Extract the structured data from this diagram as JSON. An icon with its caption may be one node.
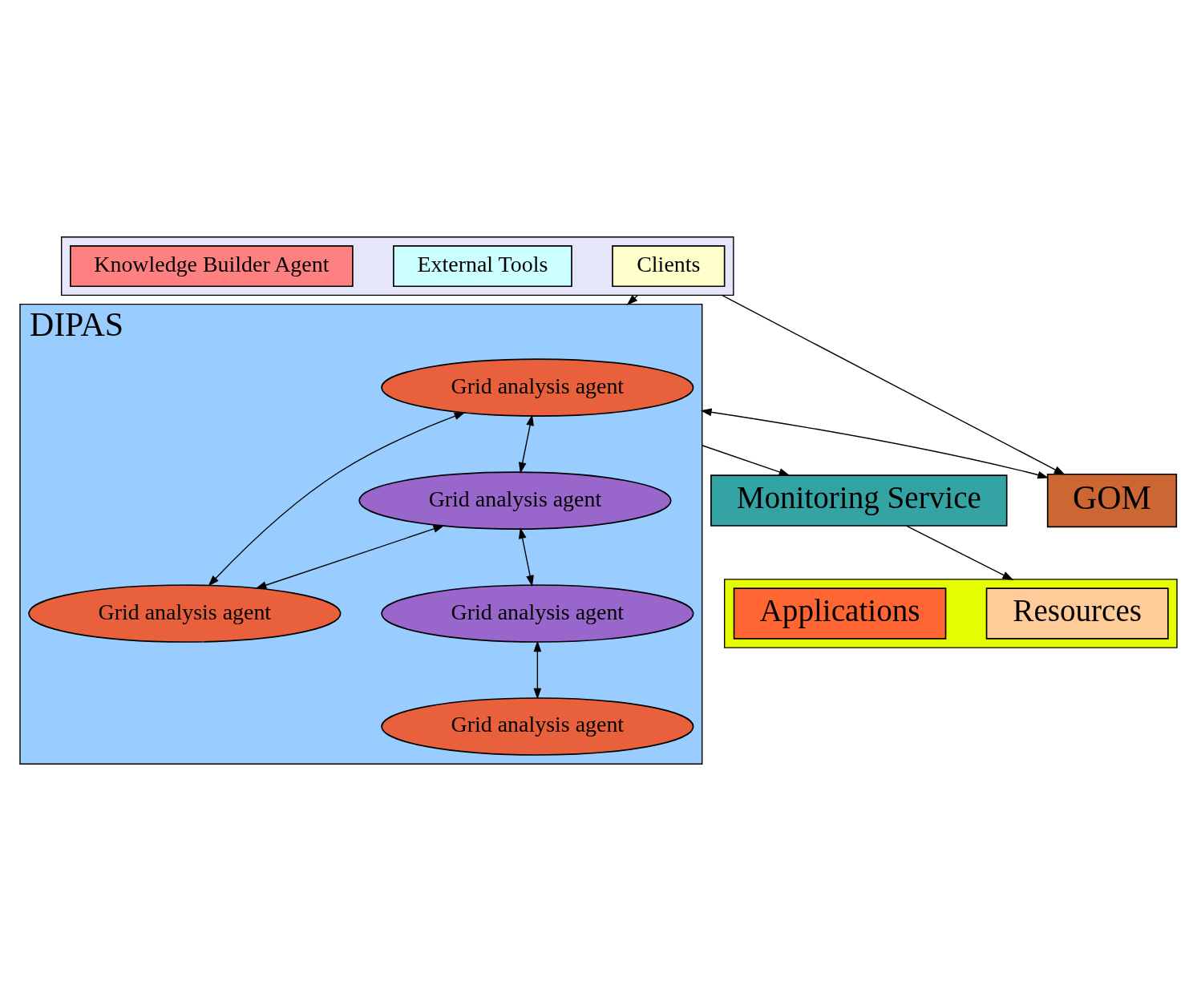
{
  "diagram": {
    "nodes": [
      {
        "text": [],
        "shape": "box"
      },
      {
        "text": [
          "Clients"
        ],
        "in": 0
      },
      {
        "text": [
          "External Tools"
        ],
        "in": 0
      },
      {
        "text": [
          "Knowledge Builder Agent"
        ],
        "in": 0
      },
      {
        "text": [
          "DIPAS"
        ]
      },
      {
        "text": [
          "Grid analysis agent"
        ],
        "in": 4
      },
      {
        "text": [
          "Grid analysis agent"
        ],
        "in": 4
      },
      {
        "text": [
          "Grid analysis agent"
        ],
        "in": 4
      },
      {
        "text": [
          "Grid analysis agent"
        ],
        "in": 4
      },
      {
        "text": [
          "Grid analysis agent"
        ],
        "in": 4
      },
      {
        "text": [
          "GOM"
        ]
      },
      {
        "text": [
          "Monitoring Service"
        ]
      },
      {
        "text": [],
        "shape": "box"
      },
      {
        "text": [
          "Resources"
        ],
        "in": 12
      },
      {
        "text": [
          "Applications"
        ],
        "in": 12
      }
    ],
    "edges": [
      {
        "from": 0,
        "to": 4,
        "arrow": "to"
      },
      {
        "from": 0,
        "to": 10,
        "arrow": "to"
      },
      {
        "from": 5,
        "to": 6,
        "arrow": "both"
      },
      {
        "from": 5,
        "to": 7,
        "arrow": "both"
      },
      {
        "from": 7,
        "to": 6,
        "arrow": "both"
      },
      {
        "from": 7,
        "to": 8,
        "arrow": "both"
      },
      {
        "from": 8,
        "to": 9,
        "arrow": "both"
      },
      {
        "from": 4,
        "to": 10,
        "arrow": "both"
      },
      {
        "from": 4,
        "to": 11,
        "arrow": "to"
      },
      {
        "from": 11,
        "to": 12,
        "arrow": "to"
      }
    ]
  }
}
